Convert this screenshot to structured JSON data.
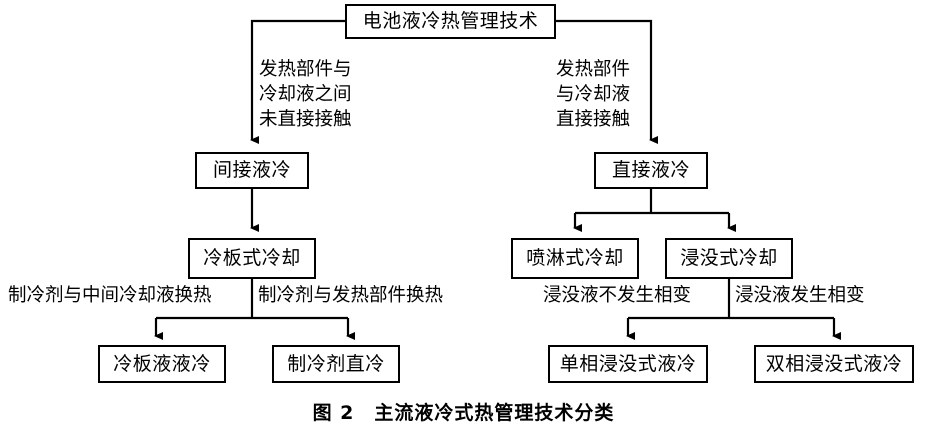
{
  "figure": {
    "caption_number": "图 2",
    "caption_title": "主流液冷式热管理技术分类",
    "line_color": "#000000",
    "background_color": "#ffffff",
    "text_color": "#000000"
  },
  "nodes": {
    "root": "电池液冷热管理技术",
    "indirect": "间接液冷",
    "direct": "直接液冷",
    "cold_plate": "冷板式冷却",
    "spray": "喷淋式冷却",
    "immersion": "浸没式冷却",
    "cold_plate_liquid": "冷板液液冷",
    "refrigerant_direct": "制冷剂直冷",
    "single_phase": "单相浸没式液冷",
    "dual_phase": "双相浸没式液冷"
  },
  "edge_labels": {
    "root_to_indirect": "发热部件与\n冷却液之间\n未直接接触",
    "root_to_direct": "发热部件\n与冷却液\n直接接触",
    "cold_plate_to_liquid": "制冷剂与中间冷却液换热",
    "cold_plate_to_refrigerant": "制冷剂与发热部件换热",
    "immersion_to_single": "浸没液不发生相变",
    "immersion_to_dual": "浸没液发生相变"
  },
  "chart_data": {
    "type": "tree-diagram",
    "title": "主流液冷式热管理技术分类",
    "root": "电池液冷热管理技术",
    "levels": 4,
    "edges": [
      {
        "from": "电池液冷热管理技术",
        "to": "间接液冷",
        "label": "发热部件与冷却液之间未直接接触"
      },
      {
        "from": "电池液冷热管理技术",
        "to": "直接液冷",
        "label": "发热部件与冷却液直接接触"
      },
      {
        "from": "间接液冷",
        "to": "冷板式冷却",
        "label": ""
      },
      {
        "from": "直接液冷",
        "to": "喷淋式冷却",
        "label": ""
      },
      {
        "from": "直接液冷",
        "to": "浸没式冷却",
        "label": ""
      },
      {
        "from": "冷板式冷却",
        "to": "冷板液液冷",
        "label": "制冷剂与中间冷却液换热"
      },
      {
        "from": "冷板式冷却",
        "to": "制冷剂直冷",
        "label": "制冷剂与发热部件换热"
      },
      {
        "from": "浸没式冷却",
        "to": "单相浸没式液冷",
        "label": "浸没液不发生相变"
      },
      {
        "from": "浸没式冷却",
        "to": "双相浸没式液冷",
        "label": "浸没液发生相变"
      }
    ]
  }
}
